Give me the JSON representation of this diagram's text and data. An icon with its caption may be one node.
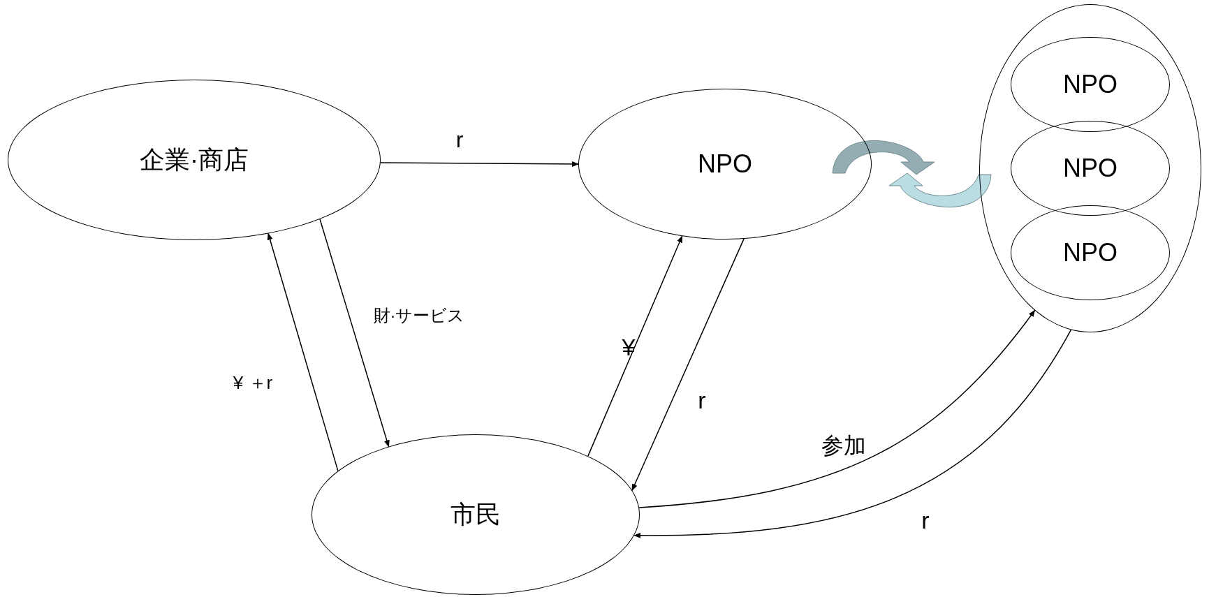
{
  "diagram": {
    "nodes": [
      {
        "text": [
          "企業·商店"
        ]
      },
      {
        "text": [
          "NPO"
        ]
      },
      {
        "text": [],
        "shape": "circle"
      },
      {
        "text": [
          "NPO"
        ],
        "in": 2
      },
      {
        "text": [
          "NPO"
        ],
        "in": 2
      },
      {
        "text": [
          "NPO"
        ],
        "in": 2
      },
      {
        "text": [
          "市民"
        ]
      }
    ],
    "edges": [
      {
        "from": 0,
        "to": 1,
        "arrow": "to",
        "label": "r"
      },
      {
        "from": 0,
        "to": 6,
        "arrow": "to",
        "label": "財·サービス"
      },
      {
        "from": 6,
        "to": 0,
        "arrow": "to",
        "label": "¥ ＋r"
      },
      {
        "from": 6,
        "to": 1,
        "arrow": "to",
        "label": "¥"
      },
      {
        "from": 1,
        "to": 6,
        "arrow": "to",
        "label": "r"
      },
      {
        "from": 6,
        "to": 2,
        "arrow": "to",
        "label": "参加"
      },
      {
        "from": 2,
        "to": 6,
        "arrow": "to",
        "label": "r"
      }
    ]
  }
}
